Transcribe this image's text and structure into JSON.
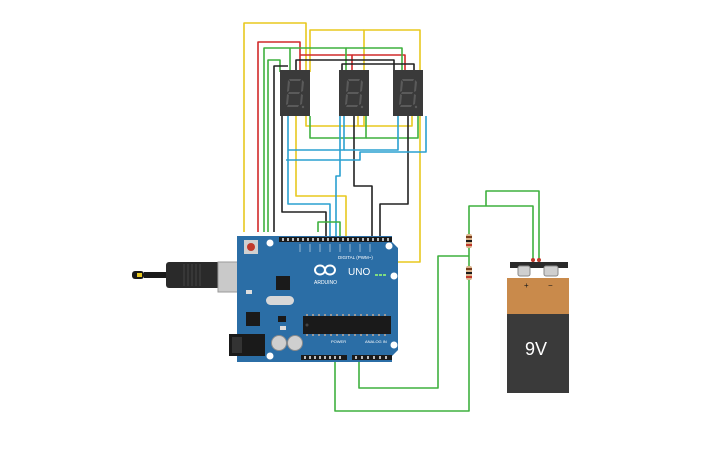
{
  "colors": {
    "background": "#ffffff",
    "board": "#2b6ea6",
    "board_dark": "#1f557f",
    "display_body": "#3a3a3a",
    "segment_off": "#5a5a5a",
    "wire_yellow": "#e8c81f",
    "wire_red": "#d12a2a",
    "wire_green": "#3fb13f",
    "wire_black": "#222222",
    "wire_blue": "#2aa0d0",
    "battery_top": "#c98a4b",
    "battery_bottom": "#3a3a3a"
  },
  "arduino": {
    "brand_label": "ARDUINO",
    "model_label": "UNO",
    "digital_header_label": "DIGITAL (PWM~)",
    "power_header_label": "POWER",
    "analog_header_label": "ANALOG IN"
  },
  "displays": [
    {
      "name": "seven-segment-display-1"
    },
    {
      "name": "seven-segment-display-2"
    },
    {
      "name": "seven-segment-display-3"
    }
  ],
  "battery": {
    "label": "9V",
    "plus_label": "+",
    "minus_label": "−"
  }
}
